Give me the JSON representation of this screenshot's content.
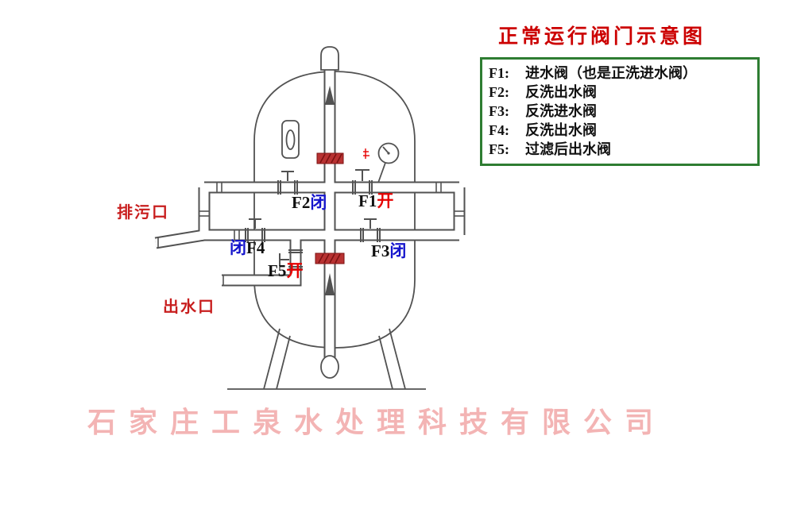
{
  "title": "正常运行阀门示意图",
  "legend": {
    "items": [
      {
        "key": "F1:",
        "desc": "进水阀（也是正洗进水阀）"
      },
      {
        "key": "F2:",
        "desc": "反洗出水阀"
      },
      {
        "key": "F3:",
        "desc": "反洗进水阀"
      },
      {
        "key": "F4:",
        "desc": "反洗出水阀"
      },
      {
        "key": "F5:",
        "desc": "过滤后出水阀"
      }
    ]
  },
  "ports": {
    "drain": "排污口",
    "outlet": "出水口"
  },
  "valve_labels": {
    "f1": {
      "name": "F1",
      "state": "开"
    },
    "f2": {
      "name": "F2",
      "state": "闭"
    },
    "f3": {
      "name": "F3",
      "state": "闭"
    },
    "f4": {
      "name": "F4",
      "state": "闭"
    },
    "f5": {
      "name": "F5",
      "state": "开"
    }
  },
  "watermark": "石 家 庄 工 泉 水 处 理 科 技 有 限 公 司",
  "colors": {
    "line_gray": "#525252",
    "title_red": "#cc0000",
    "port_red": "#c81e1e",
    "open_red": "#e60000",
    "closed_blue": "#1414cc",
    "legend_green": "#2e7d32",
    "valve_mark_red": "#b83232",
    "valve_mark_hatch": "#7c1212",
    "watermark_pink": "#f2a8a8"
  }
}
